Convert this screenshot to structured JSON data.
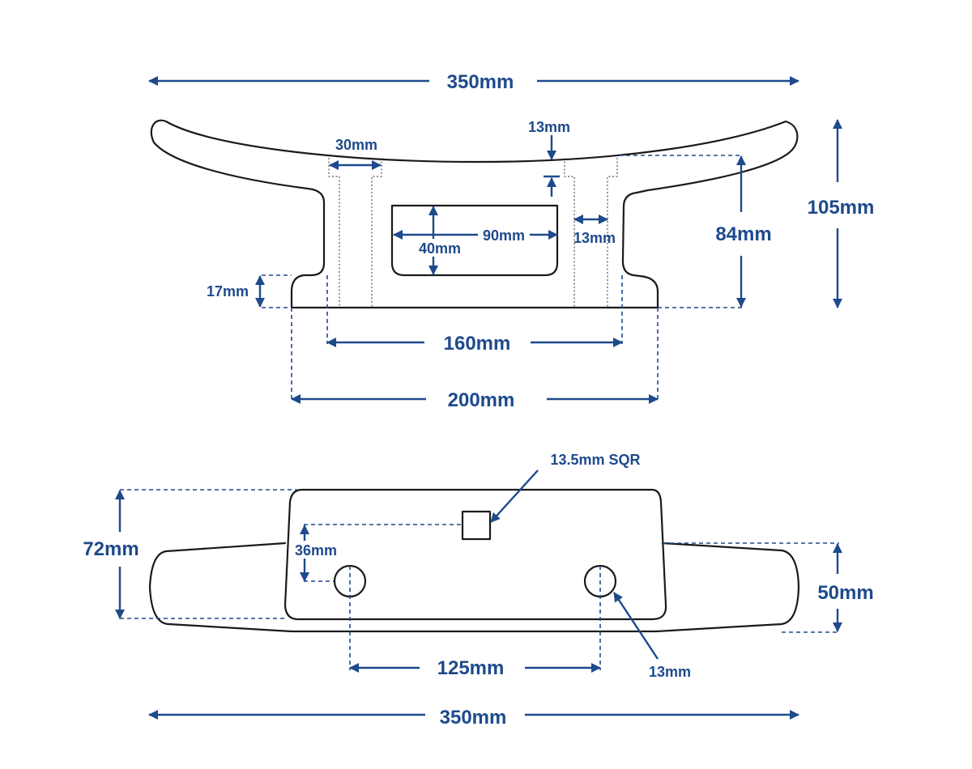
{
  "colors": {
    "dimension": "#1e4a8c",
    "outline": "#1a1a1a",
    "hidden": "#555555",
    "background": "#ffffff"
  },
  "side_view": {
    "overall_length": "350mm",
    "overall_height": "105mm",
    "post_top_height": "84mm",
    "foot_height": "17mm",
    "post_width": "30mm",
    "post_wall": "13mm",
    "post_top_inset": "13mm",
    "slot_width": "90mm",
    "slot_height": "40mm",
    "post_spacing": "160mm",
    "base_length": "200mm"
  },
  "plan_view": {
    "square_hole": "13.5mm SQR",
    "hole_offset": "36mm",
    "base_width": "72mm",
    "horn_width": "50mm",
    "hole_spacing": "125mm",
    "hole_diameter": "13mm",
    "overall_length": "350mm"
  }
}
